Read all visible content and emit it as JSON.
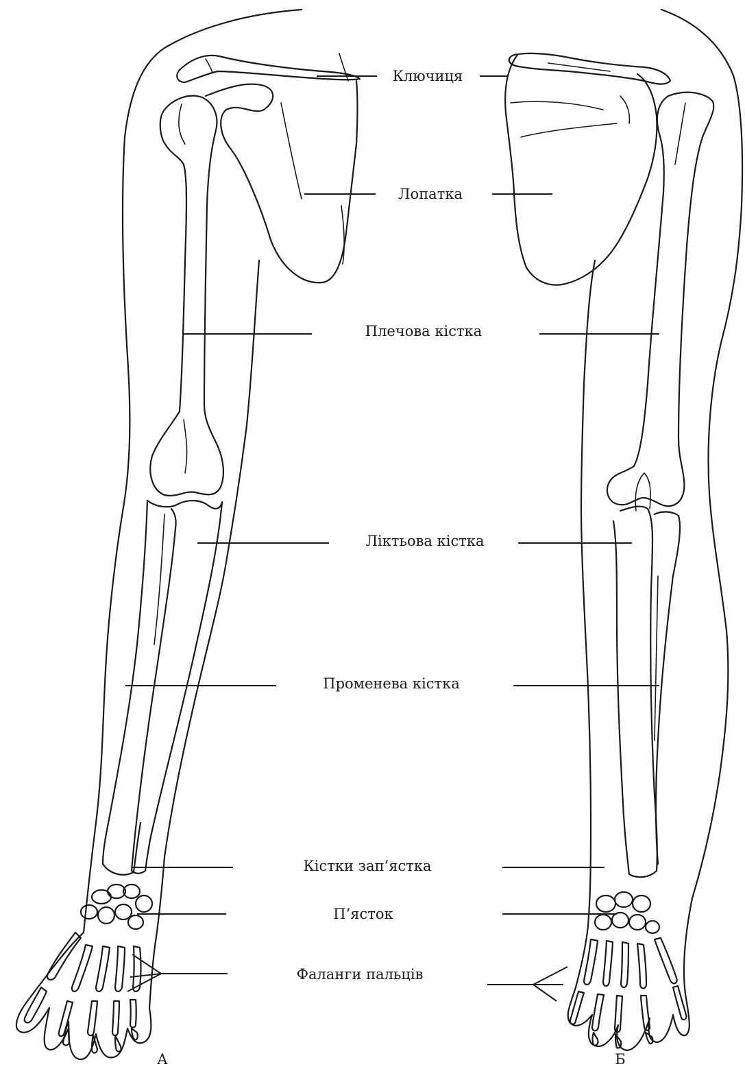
{
  "labels": {
    "clavicle": "Ключиця",
    "scapula": "Лопатка",
    "humerus": "Плечова кістка",
    "ulna": "Ліктьова кістка",
    "radius": "Променева кістка",
    "carpals": "Кістки зап’ястка",
    "metacarpus": "П’ясток",
    "phalanges": "Фаланги пальців"
  },
  "captions": {
    "left": "А",
    "right": "Б"
  }
}
